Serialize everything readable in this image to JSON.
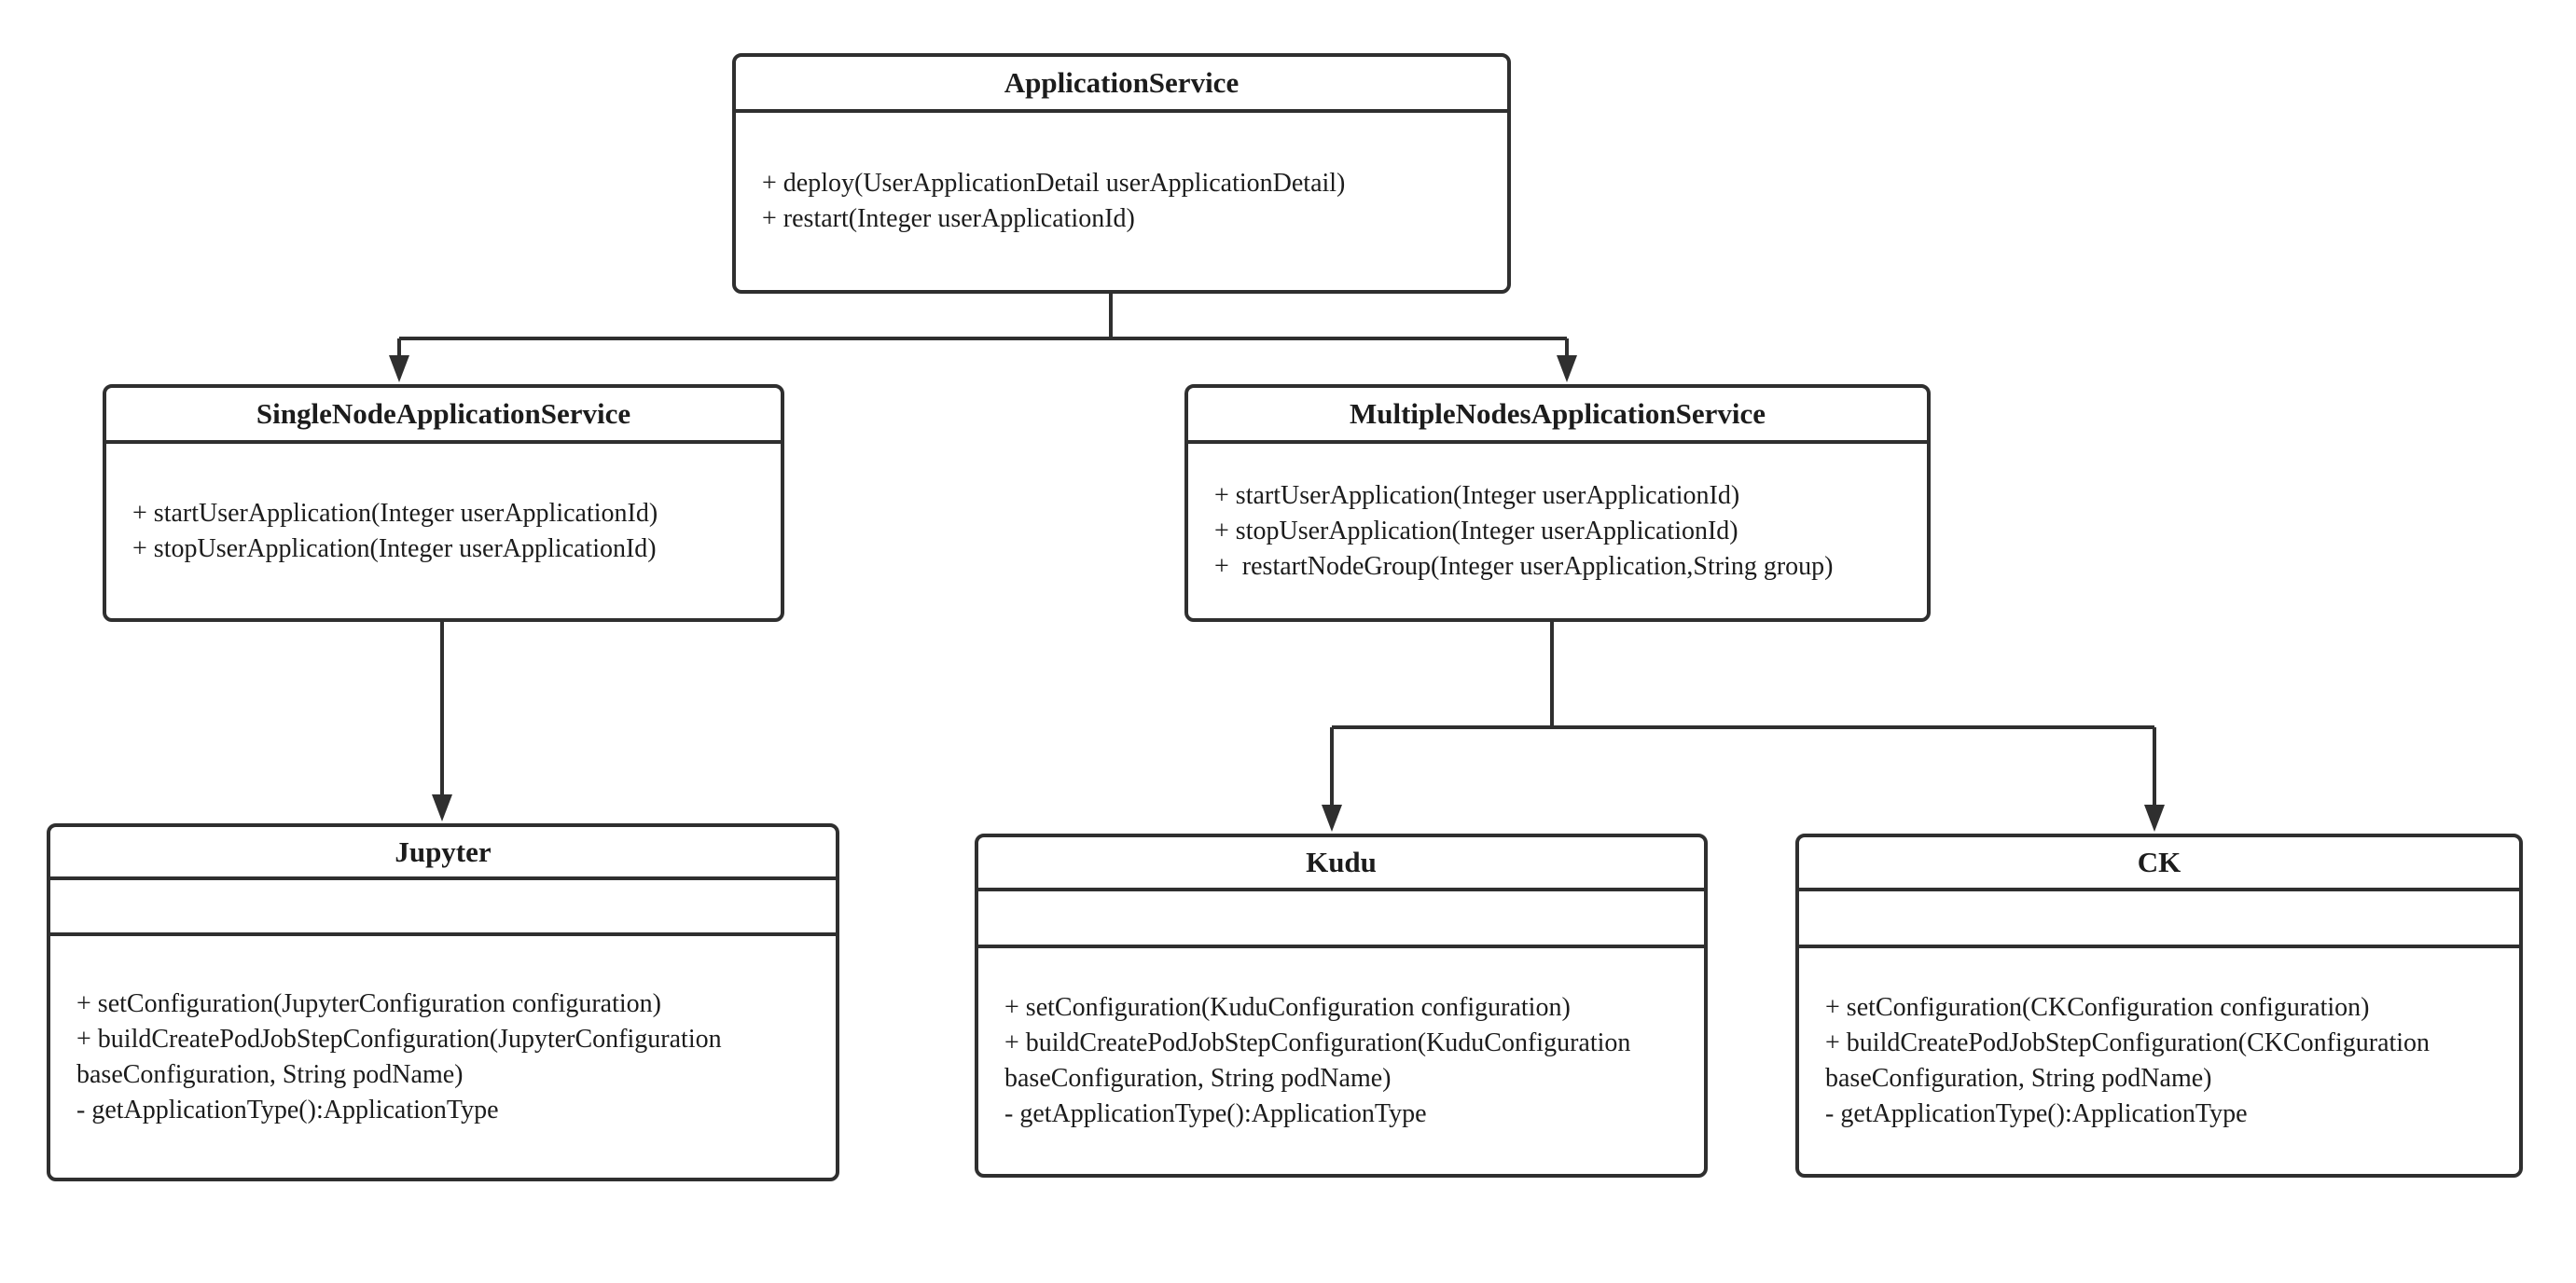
{
  "diagram": {
    "type": "uml-class-diagram",
    "background_color": "#ffffff",
    "line_color": "#2f2f2f",
    "text_color": "#1c1c1c"
  },
  "classes": [
    {
      "name": "ApplicationService",
      "methods": [
        "+ deploy(UserApplicationDetail userApplicationDetail)",
        "+ restart(Integer userApplicationId)"
      ]
    },
    {
      "name": "SingleNodeApplicationService",
      "methods": [
        "+ startUserApplication(Integer userApplicationId)",
        "+ stopUserApplication(Integer userApplicationId)"
      ]
    },
    {
      "name": "MultipleNodesApplicationService",
      "methods": [
        "+ startUserApplication(Integer userApplicationId)",
        "+ stopUserApplication(Integer userApplicationId)",
        "+  restartNodeGroup(Integer userApplication,String group)"
      ]
    },
    {
      "name": "Jupyter",
      "attributes": [],
      "methods": [
        "+ setConfiguration(JupyterConfiguration configuration)",
        "+ buildCreatePodJobStepConfiguration(JupyterConfiguration baseConfiguration, String podName)",
        "- getApplicationType():ApplicationType"
      ]
    },
    {
      "name": "Kudu",
      "attributes": [],
      "methods": [
        "+ setConfiguration(KuduConfiguration configuration)",
        "+ buildCreatePodJobStepConfiguration(KuduConfiguration baseConfiguration, String podName)",
        "- getApplicationType():ApplicationType"
      ]
    },
    {
      "name": "CK",
      "attributes": [],
      "methods": [
        "+ setConfiguration(CKConfiguration configuration)",
        "+ buildCreatePodJobStepConfiguration(CKConfiguration baseConfiguration, String podName)",
        "- getApplicationType():ApplicationType"
      ]
    }
  ],
  "relationships": [
    {
      "from": "ApplicationService",
      "to": "SingleNodeApplicationService",
      "type": "directed-arrow"
    },
    {
      "from": "ApplicationService",
      "to": "MultipleNodesApplicationService",
      "type": "directed-arrow"
    },
    {
      "from": "SingleNodeApplicationService",
      "to": "Jupyter",
      "type": "directed-arrow"
    },
    {
      "from": "MultipleNodesApplicationService",
      "to": "Kudu",
      "type": "directed-arrow"
    },
    {
      "from": "MultipleNodesApplicationService",
      "to": "CK",
      "type": "directed-arrow"
    }
  ]
}
